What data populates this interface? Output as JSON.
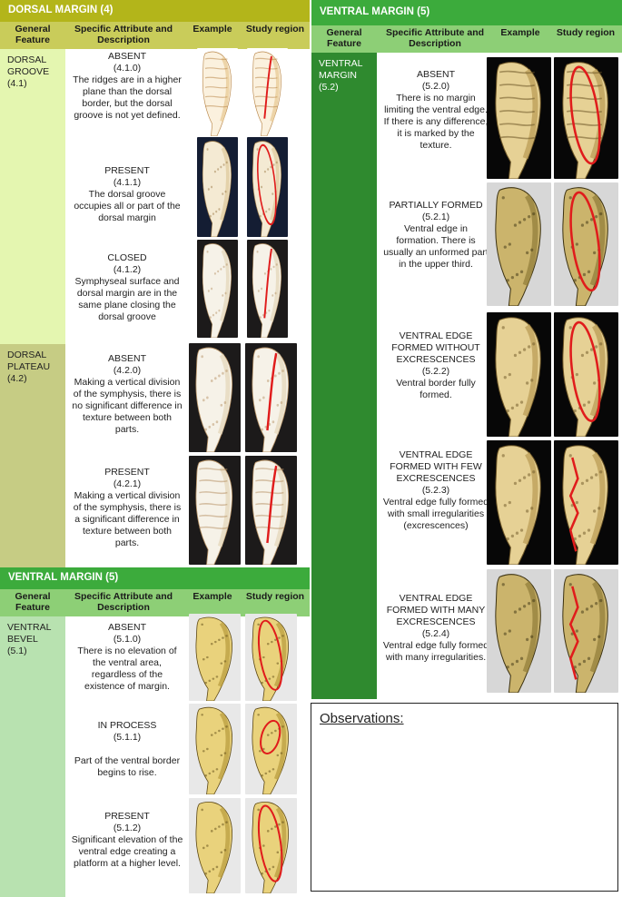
{
  "headers": {
    "general": "General Feature",
    "specific": "Specific Attribute and Description",
    "example": "Example",
    "study": "Study region"
  },
  "dorsal": {
    "title": "DORSAL MARGIN (4)",
    "groove": {
      "feature": "DORSAL GROOVE (4.1)",
      "items": [
        {
          "name": "ABSENT",
          "code": "(4.1.0)",
          "desc": "The ridges are in a higher plane than the dorsal border, but the dorsal groove is not yet defined."
        },
        {
          "name": "PRESENT",
          "code": "(4.1.1)",
          "desc": "The dorsal groove occupies all or part of the dorsal margin"
        },
        {
          "name": "CLOSED",
          "code": "(4.1.2)",
          "desc": "Symphyseal surface and dorsal margin are in the same plane closing the dorsal groove"
        }
      ]
    },
    "plateau": {
      "feature": "DORSAL PLATEAU (4.2)",
      "items": [
        {
          "name": "ABSENT",
          "code": "(4.2.0)",
          "desc": "Making a vertical division of the symphysis, there is no significant difference in texture between both parts."
        },
        {
          "name": "PRESENT",
          "code": "(4.2.1)",
          "desc": "Making a vertical division of the symphysis, there is a significant difference in texture between both parts."
        }
      ]
    }
  },
  "ventral_left": {
    "title": "VENTRAL MARGIN (5)",
    "feature": "VENTRAL BEVEL (5.1)",
    "items": [
      {
        "name": "ABSENT",
        "code": "(5.1.0)",
        "desc": "There is no elevation of the ventral area, regardless of the existence of margin."
      },
      {
        "name": "IN PROCESS",
        "code": "(5.1.1)",
        "desc": "Part of the ventral border begins to rise."
      },
      {
        "name": "PRESENT",
        "code": "(5.1.2)",
        "desc": "Significant elevation of the ventral edge creating a platform at a higher level."
      }
    ]
  },
  "ventral_right": {
    "title": "VENTRAL MARGIN (5)",
    "feature": "VENTRAL MARGIN (5.2)",
    "items": [
      {
        "name": "ABSENT",
        "code": "(5.2.0)",
        "desc": "There is no margin limiting the ventral edge. If there is any difference, it is marked by the texture."
      },
      {
        "name": "PARTIALLY FORMED",
        "code": "(5.2.1)",
        "desc": "Ventral edge in formation. There is usually an unformed part in the upper third."
      },
      {
        "name": "VENTRAL EDGE FORMED WITHOUT EXCRESCENCES",
        "code": "(5.2.2)",
        "desc": "Ventral border fully formed."
      },
      {
        "name": "VENTRAL EDGE FORMED WITH FEW EXCRESCENCES",
        "code": "(5.2.3)",
        "desc": "Ventral edge fully formed with small irregularities (excrescences)"
      },
      {
        "name": "VENTRAL EDGE FORMED WITH MANY EXCRESCENCES",
        "code": "(5.2.4)",
        "desc": "Ventral edge fully formed with many irregularities."
      }
    ]
  },
  "observations": {
    "label": "Observations:"
  },
  "colors": {
    "dorsal_title": "#b3b51a",
    "dorsal_header": "#c9cc5a",
    "dorsal_groove_bg": "#e4f6b0",
    "dorsal_plateau_bg": "#c6cc84",
    "ventral_title": "#3cab3c",
    "ventral_header": "#8dcf76",
    "ventral_bevel_bg": "#b8e2b0",
    "ventral_margin_bg": "#2f8a2f",
    "annotation": "#e01c1c"
  }
}
